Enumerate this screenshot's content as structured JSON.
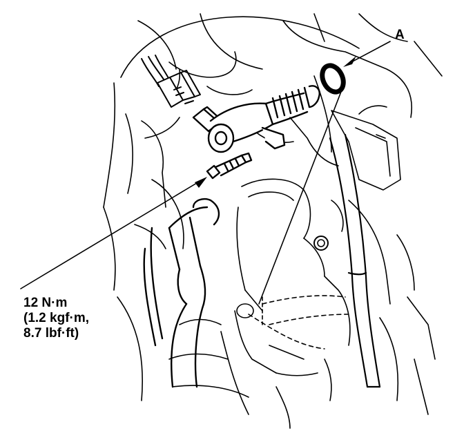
{
  "callout_a": "A",
  "torque": {
    "line1": "12 N·m",
    "line2": "(1.2 kgf·m,",
    "line3": "8.7 lbf·ft)"
  },
  "colors": {
    "ink": "#000000",
    "paper": "#ffffff"
  }
}
